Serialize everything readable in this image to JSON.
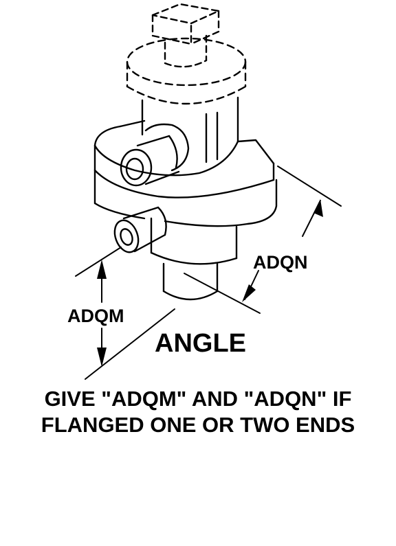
{
  "diagram": {
    "dimension_labels": {
      "adqn": "ADQN",
      "adqm": "ADQM"
    },
    "view_label": "ANGLE",
    "caption": {
      "line1": "GIVE \"ADQM\" AND \"ADQN\" IF",
      "line2": "FLANGED ONE OR TWO ENDS"
    },
    "ink_color": "#000000",
    "paper_color": "#ffffff"
  }
}
